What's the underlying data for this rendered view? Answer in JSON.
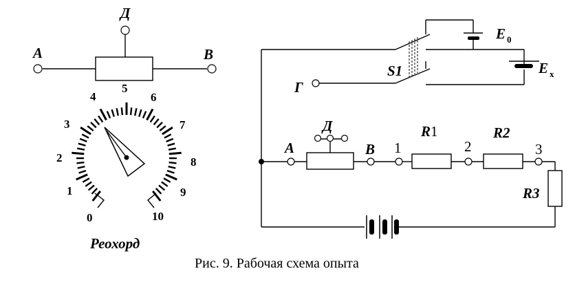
{
  "left": {
    "terminal_d": "Д",
    "terminal_a": "А",
    "terminal_b": "В",
    "dial_label": "Реохорд",
    "scale_numbers": [
      "0",
      "1",
      "2",
      "3",
      "4",
      "5",
      "6",
      "7",
      "8",
      "9",
      "10"
    ]
  },
  "right": {
    "e0_letter": "E",
    "e0_sub": "0",
    "ex_letter": "E",
    "ex_sub": "x",
    "s1": "S1",
    "terminal_g": "Г",
    "terminal_d": "Д",
    "terminal_a": "А",
    "terminal_b": "В",
    "r1_letter": "R",
    "r1_num": "1",
    "r2": "R2",
    "r3": "R3",
    "node1": "1",
    "node2": "2",
    "node3": "3"
  },
  "caption": "Рис. 9. Рабочая схема опыта"
}
